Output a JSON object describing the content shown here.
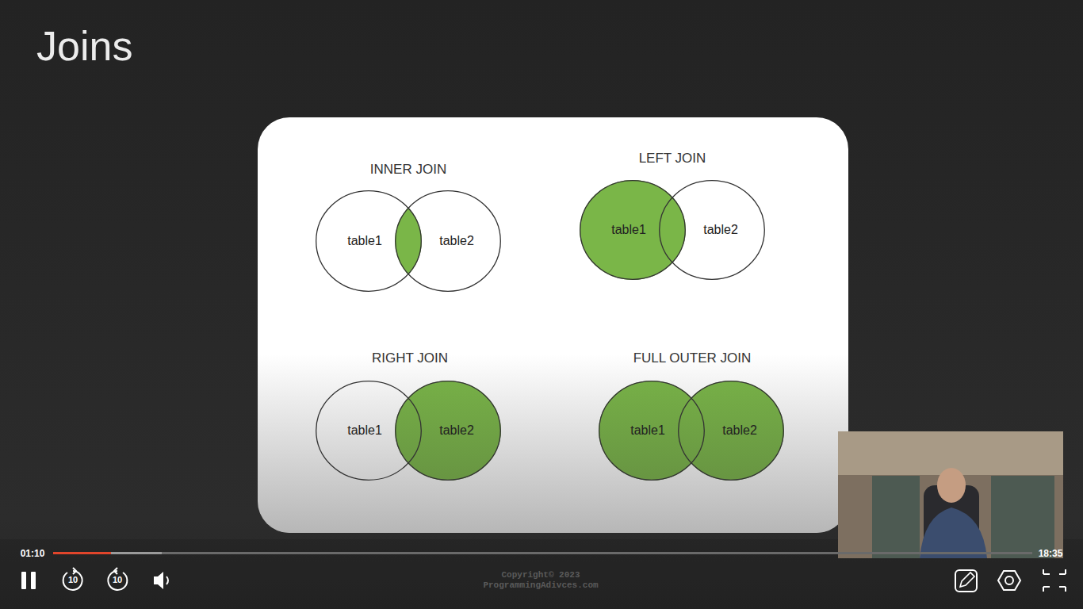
{
  "diagram": {
    "title": "Joins",
    "nodes": [
      {
        "text": [
          "table1"
        ]
      },
      {
        "text": [
          "table2"
        ]
      },
      {
        "text": [
          "table1"
        ]
      },
      {
        "text": [
          "table2"
        ]
      },
      {
        "text": [
          "table1"
        ]
      },
      {
        "text": [
          "table2"
        ]
      },
      {
        "text": [
          "table1"
        ]
      },
      {
        "text": [
          "table2"
        ]
      }
    ],
    "labels": [
      "INNER JOIN",
      "LEFT JOIN",
      "RIGHT JOIN",
      "FULL OUTER JOIN",
      "01:10",
      "18:35",
      "10",
      "10",
      "Copyright© 2023",
      "ProgrammingAdivces.com"
    ]
  }
}
